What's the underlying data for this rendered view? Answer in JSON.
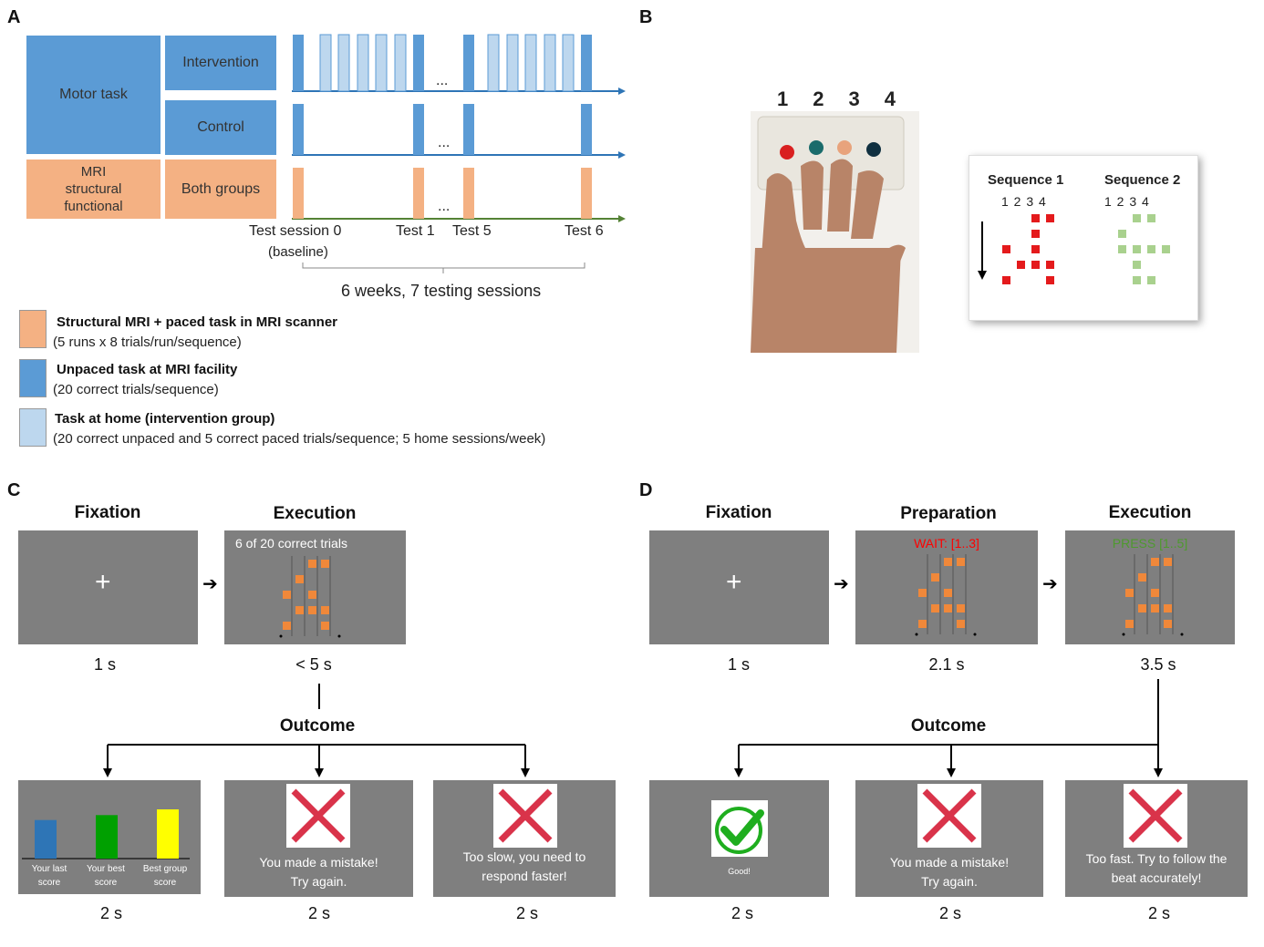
{
  "panels": {
    "a": "A",
    "b": "B",
    "c": "C",
    "d": "D"
  },
  "panelA": {
    "motor_task": "Motor task",
    "intervention": "Intervention",
    "control": "Control",
    "mri_line1": "MRI",
    "mri_line2": "structural",
    "mri_line3": "functional",
    "both_groups": "Both groups",
    "ellipsis": "...",
    "test_session0": "Test session 0",
    "baseline": "(baseline)",
    "test1": "Test 1",
    "test5": "Test 5",
    "test6": "Test 6",
    "span_label": "6 weeks, 7 testing sessions"
  },
  "legend": [
    {
      "title": "Structural MRI + paced task in MRI scanner",
      "sub": "(5 runs x 8 trials/run/sequence)",
      "color": "#f4b183"
    },
    {
      "title": "Unpaced task at MRI facility",
      "sub": "(20 correct trials/sequence)",
      "color": "#5b9bd5"
    },
    {
      "title": "Task at home (intervention group)",
      "sub": "(20 correct unpaced and 5 correct paced trials/sequence; 5 home sessions/week)",
      "color": "#bdd7ee"
    }
  ],
  "panelB": {
    "keys": [
      "1",
      "2",
      "3",
      "4"
    ],
    "seq1_title": "Sequence 1",
    "seq2_title": "Sequence 2",
    "col_nums": "1 2 3 4",
    "seq1_color": "#e41a1c",
    "seq2_color": "#a9d18e"
  },
  "panelC": {
    "fixation": "Fixation",
    "execution": "Execution",
    "counter": "6 of 20 correct trials",
    "dur_fix": "1 s",
    "dur_exec": "< 5 s",
    "outcome": "Outcome",
    "bars": [
      {
        "label": "Your last score",
        "color": "#2e75b6",
        "value": 0.47
      },
      {
        "label": "Your best score",
        "color": "#00a000",
        "value": 0.53
      },
      {
        "label": "Best group score",
        "color": "#ffff00",
        "value": 0.6
      }
    ],
    "mistake_l1": "You made a mistake!",
    "mistake_l2": "Try again.",
    "slow_l1": "Too slow, you need to",
    "slow_l2": "respond faster!",
    "dur_out1": "2 s",
    "dur_out2": "2 s",
    "dur_out3": "2 s"
  },
  "panelD": {
    "fixation": "Fixation",
    "preparation": "Preparation",
    "execution": "Execution",
    "wait": "WAIT: [1..3]",
    "press": "PRESS [1..5]",
    "dur_fix": "1 s",
    "dur_prep": "2.1 s",
    "dur_exec": "3.5 s",
    "outcome": "Outcome",
    "good": "Good!",
    "mistake_l1": "You made a mistake!",
    "mistake_l2": "Try again.",
    "fast_l1": "Too fast. Try to follow the",
    "fast_l2": "beat accurately!",
    "dur_out1": "2 s",
    "dur_out2": "2 s",
    "dur_out3": "2 s",
    "wait_color": "#ff0000",
    "press_color": "#4e9a2e"
  },
  "plus": "+"
}
